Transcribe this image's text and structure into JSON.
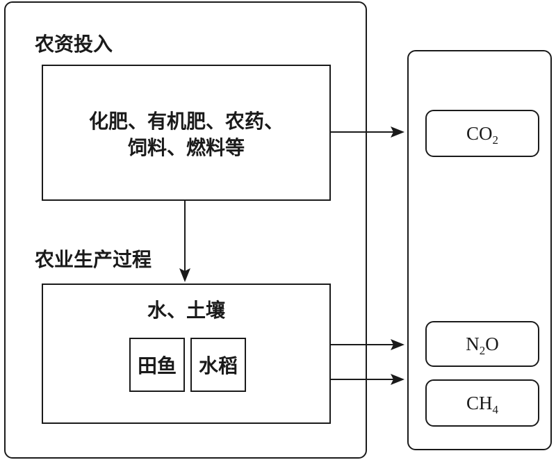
{
  "left_panel": {
    "input_section": {
      "title": "农资投入",
      "content_line1": "化肥、有机肥、农药、",
      "content_line2": "饲料、燃料等"
    },
    "process_section": {
      "title": "农业生产过程",
      "content": "水、土壤",
      "items": [
        "田鱼",
        "水稻"
      ]
    }
  },
  "right_panel": {
    "gases": [
      {
        "base": "CO",
        "sub": "2",
        "tail": ""
      },
      {
        "base": "N",
        "sub": "2",
        "tail": "O"
      },
      {
        "base": "CH",
        "sub": "4",
        "tail": ""
      }
    ]
  }
}
